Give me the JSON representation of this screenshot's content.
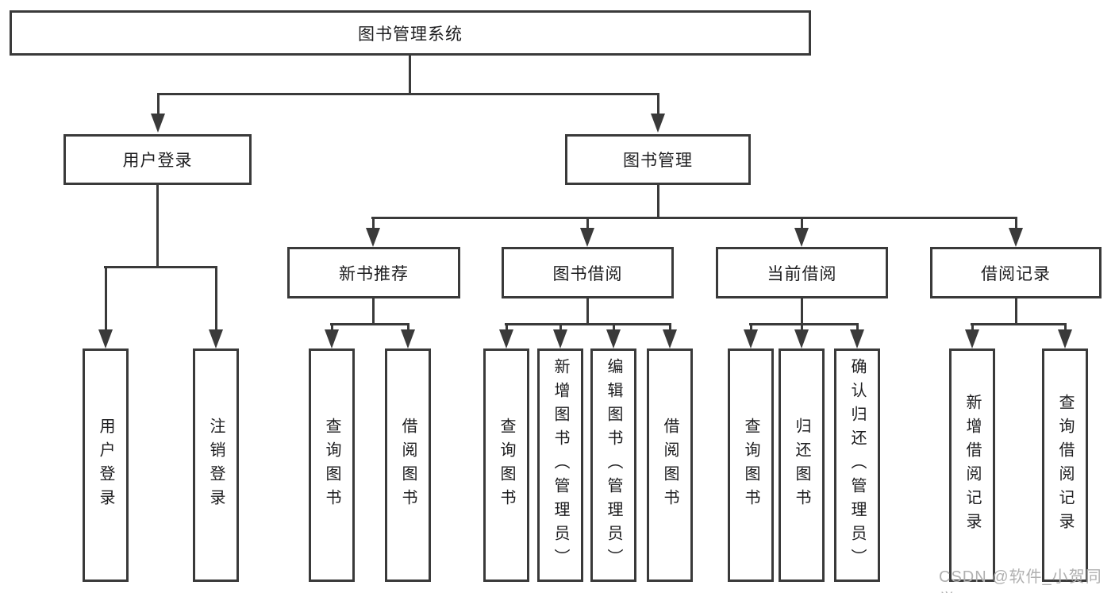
{
  "title": "图书管理系统",
  "colors": {
    "line": "#3a3a3a",
    "text": "#1d1d1f",
    "background": "#ffffff",
    "watermark": "#b0b0b0"
  },
  "level2": {
    "user_login": "用户登录",
    "book_mgmt": "图书管理"
  },
  "level3": {
    "new_book": "新书推荐",
    "book_borrow": "图书借阅",
    "current_borrow": "当前借阅",
    "borrow_record": "借阅记录"
  },
  "leaves": {
    "user_login": [
      "用户登录",
      "注销登录"
    ],
    "new_book": [
      "查询图书",
      "借阅图书"
    ],
    "book_borrow": [
      "查询图书",
      "新增图书（管理员）",
      "编辑图书（管理员）",
      "借阅图书"
    ],
    "current_borrow": [
      "查询图书",
      "归还图书",
      "确认归还（管理员）"
    ],
    "borrow_record": [
      "新增借阅记录",
      "查询借阅记录"
    ]
  },
  "watermark": "CSDN @软件_小贺同学"
}
